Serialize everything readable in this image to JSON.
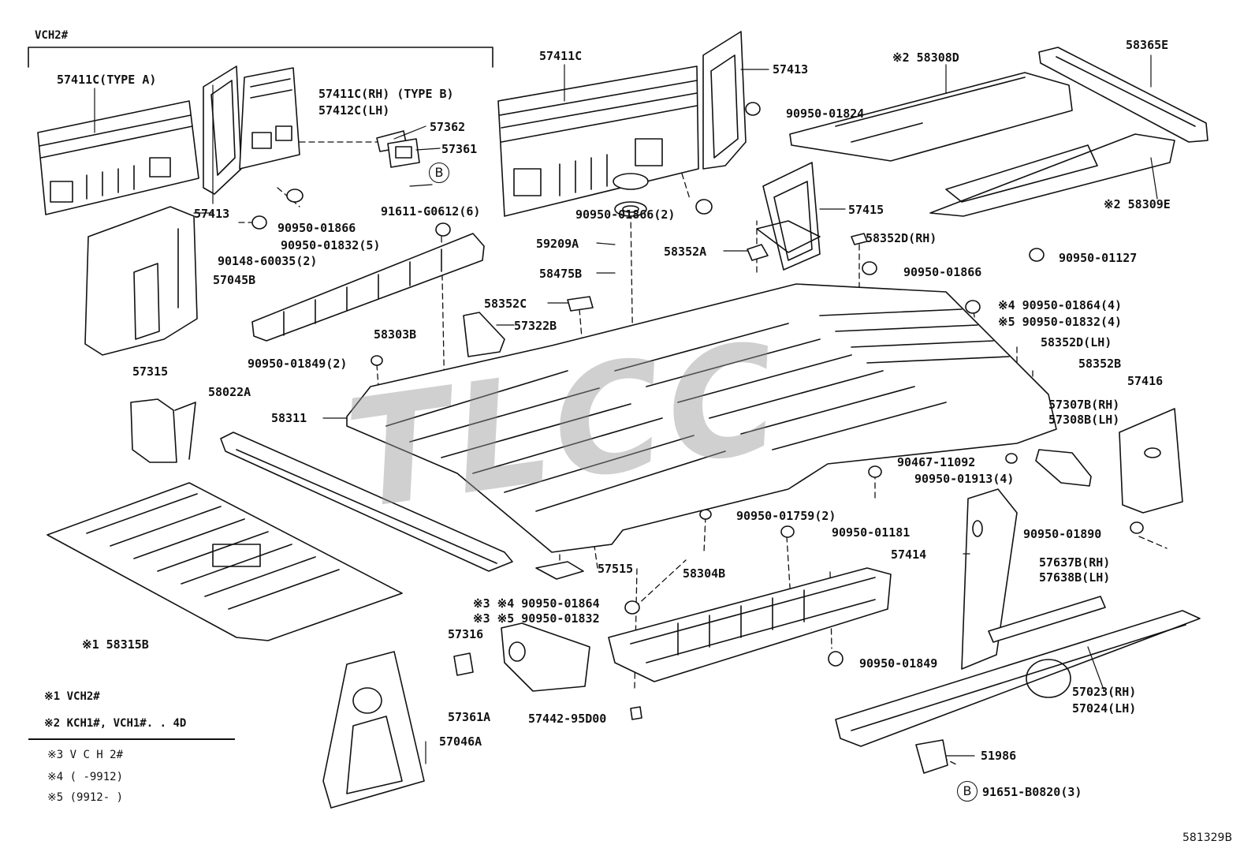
{
  "header": {
    "variant": "VCH2#"
  },
  "watermark": "TLCC",
  "diagram_code": "581329B",
  "legend": {
    "n1": "※1  VCH2#",
    "n2": "※2  KCH1#, VCH1#. . 4D",
    "n3": "※3  V C H 2#",
    "n4": "※4 (         -9912)",
    "n5": "※5 (9912-         )"
  },
  "labels": {
    "p57411c_a": "57411C(TYPE A)",
    "p57413_l": "57413",
    "p57411c_rh": "57411C(RH) (TYPE B)",
    "p57412c_lh": "57412C(LH)",
    "p57362": "57362",
    "p57361": "57361",
    "p91611": "91611-G0612(6)",
    "p90950_01866_a": "90950-01866",
    "p90148": "90148-60035(2)",
    "p90950_01832_5": "90950-01832(5)",
    "p57045b": "57045B",
    "p58303b": "58303B",
    "p90950_01849_2": "90950-01849(2)",
    "p57315": "57315",
    "p58022a": "58022A",
    "p58311": "58311",
    "p58315b": "※1  58315B",
    "p57411c_c": "57411C",
    "p57413_c": "57413",
    "p90950_01824": "90950-01824",
    "p90950_01866_2": "90950-01866(2)",
    "p59209a": "59209A",
    "p58475b": "58475B",
    "p58352c": "58352C",
    "p57322b": "57322B",
    "p58352a": "58352A",
    "p57415": "57415",
    "p58308d": "※2 58308D",
    "p58365e": "58365E",
    "p58309e": "※2 58309E",
    "p58352d_rh": "58352D(RH)",
    "p90950_01866_b": "90950-01866",
    "p90950_01127": "90950-01127",
    "p90950_01864_4": "※4  90950-01864(4)",
    "p90950_01832_4": "※5  90950-01832(4)",
    "p58352d_lh": "58352D(LH)",
    "p58352b": "58352B",
    "p57416": "57416",
    "p57307b": "57307B(RH)",
    "p57308b": "57308B(LH)",
    "p90467": "90467-11092",
    "p90950_01913": "90950-01913(4)",
    "p90950_01890": "90950-01890",
    "p90950_01759": "90950-01759(2)",
    "p90950_01181": "90950-01181",
    "p57414": "57414",
    "p57637b": "57637B(RH)",
    "p57638b": "57638B(LH)",
    "p57515": "57515",
    "p58304b": "58304B",
    "p90950_01864_s3": "※3  ※4 90950-01864",
    "p90950_01832_s3": "※3  ※5 90950-01832",
    "p57316": "57316",
    "p57361a": "57361A",
    "p57442": "57442-95D00",
    "p90950_01849": "90950-01849",
    "p57046a": "57046A",
    "p57023": "57023(RH)",
    "p57024": "57024(LH)",
    "p51986": "51986",
    "p91651": "91651-B0820(3)"
  }
}
